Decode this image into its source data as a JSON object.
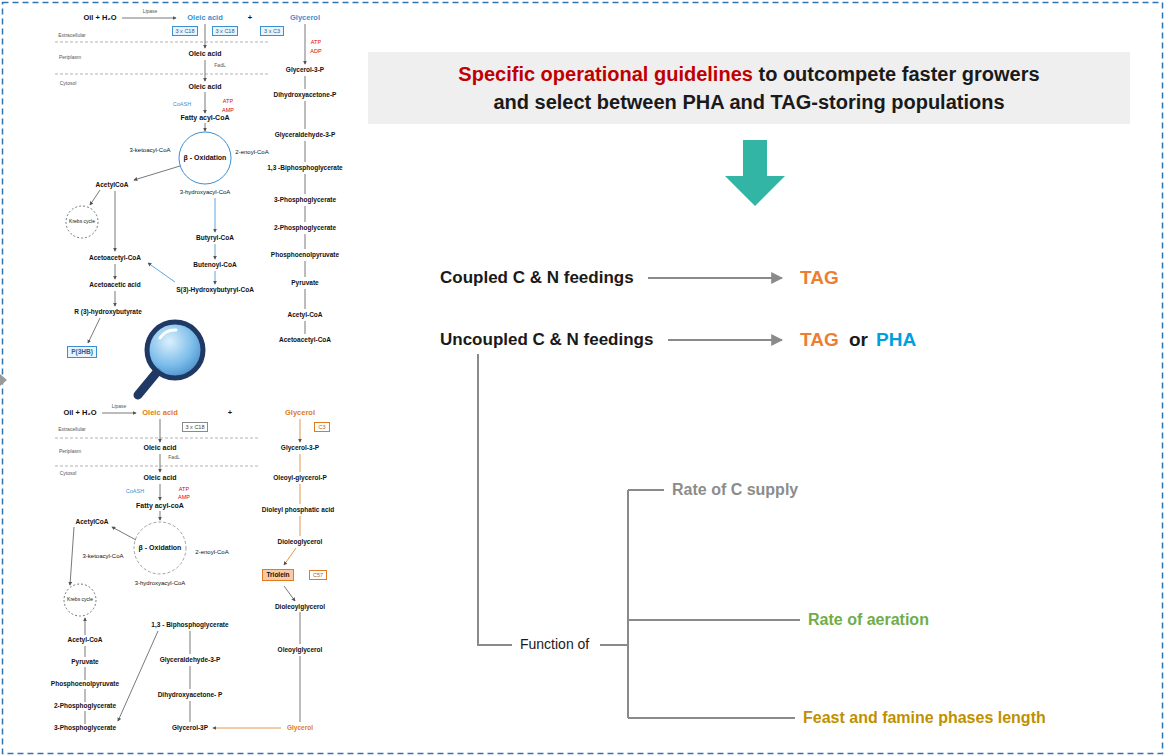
{
  "diagram": {
    "nodes": [
      {
        "text": [
          "Specific operational guidelines",
          "to outcompete faster growers and select between PHA and TAG-storing populations"
        ]
      },
      {
        "text": [
          "3 x C18"
        ]
      },
      {
        "text": [
          "3 x C18"
        ]
      },
      {
        "text": [
          "3 x C3"
        ]
      },
      {
        "text": [
          "P(3HB)"
        ]
      },
      {
        "text": [
          "3 x C18"
        ]
      },
      {
        "text": [
          "C3"
        ]
      },
      {
        "text": [
          "Triolein"
        ]
      },
      {
        "text": [
          "C57"
        ]
      }
    ],
    "labels": [
      "Coupled C & N feedings",
      "TAG",
      "Uncoupled C & N feedings",
      "TAG",
      "or",
      "PHA",
      "Function of",
      "Rate of C supply",
      "Rate of aeration",
      "Feast and famine phases length",
      "Oil + H₂O",
      "Lipase",
      "Oleic acid",
      "+",
      "Glycerol",
      "Extracellular",
      "Periplasm",
      "Cytosol",
      "Oleic acid",
      "FadL",
      "Oleic acid",
      "CoASH",
      "ATP",
      "AMP",
      "Fatty acyl-CoA",
      "β - Oxidation",
      "3-ketoacyl-CoA",
      "2-enoyl-CoA",
      "3-hydroxyacyl-CoA",
      "AcetylCoA",
      "Krebs cycle",
      "Acetoacetyl-CoA",
      "Acetoacetic acid",
      "R (3)-hydroxybutyrate",
      "Butyryl-CoA",
      "Butenoyl-CoA",
      "S(3)-Hydroxybutyryl-CoA",
      "ATP",
      "ADP",
      "Glycerol-3-P",
      "Dihydroxyacetone-P",
      "Glyceraldehyde-3-P",
      "1,3 -Biphosphoglycerate",
      "3-Phosphoglycerate",
      "2-Phosphoglycerate",
      "Phosphoenolpyruvate",
      "Pyruvate",
      "Acetyl-CoA",
      "Acetoacetyl-CoA",
      "Oil + H₂O",
      "Lipase",
      "Oleic acid",
      "+",
      "Glycerol",
      "Extracellular",
      "Periplasm",
      "Cytosol",
      "Oleic acid",
      "FadL",
      "Oleic acid",
      "CoASH",
      "ATP",
      "AMP",
      "Fatty acyl-coA",
      "AcetylCoA",
      "β - Oxidation",
      "3-ketoacyl-CoA",
      "2-enoyl-CoA",
      "3-hydroxyacyl-CoA",
      "Krebs cycle",
      "Acetyl-CoA",
      "Pyruvate",
      "Phosphoenolpyruvate",
      "2-Phosphoglycerate",
      "3-Phosphoglycerate",
      "1,3 - Biphosphoglycerate",
      "Glyceraldehyde-3-P",
      "Dihydroxyacetone- P",
      "Glycerol-3P",
      "Glycerol-3-P",
      "Oleoyl-glycerol-P",
      "Dioleyl phosphatic acid",
      "Dioleoglycerol",
      "Dioleoylglycerol",
      "Oleoylglycerol",
      "Glycerol"
    ]
  }
}
